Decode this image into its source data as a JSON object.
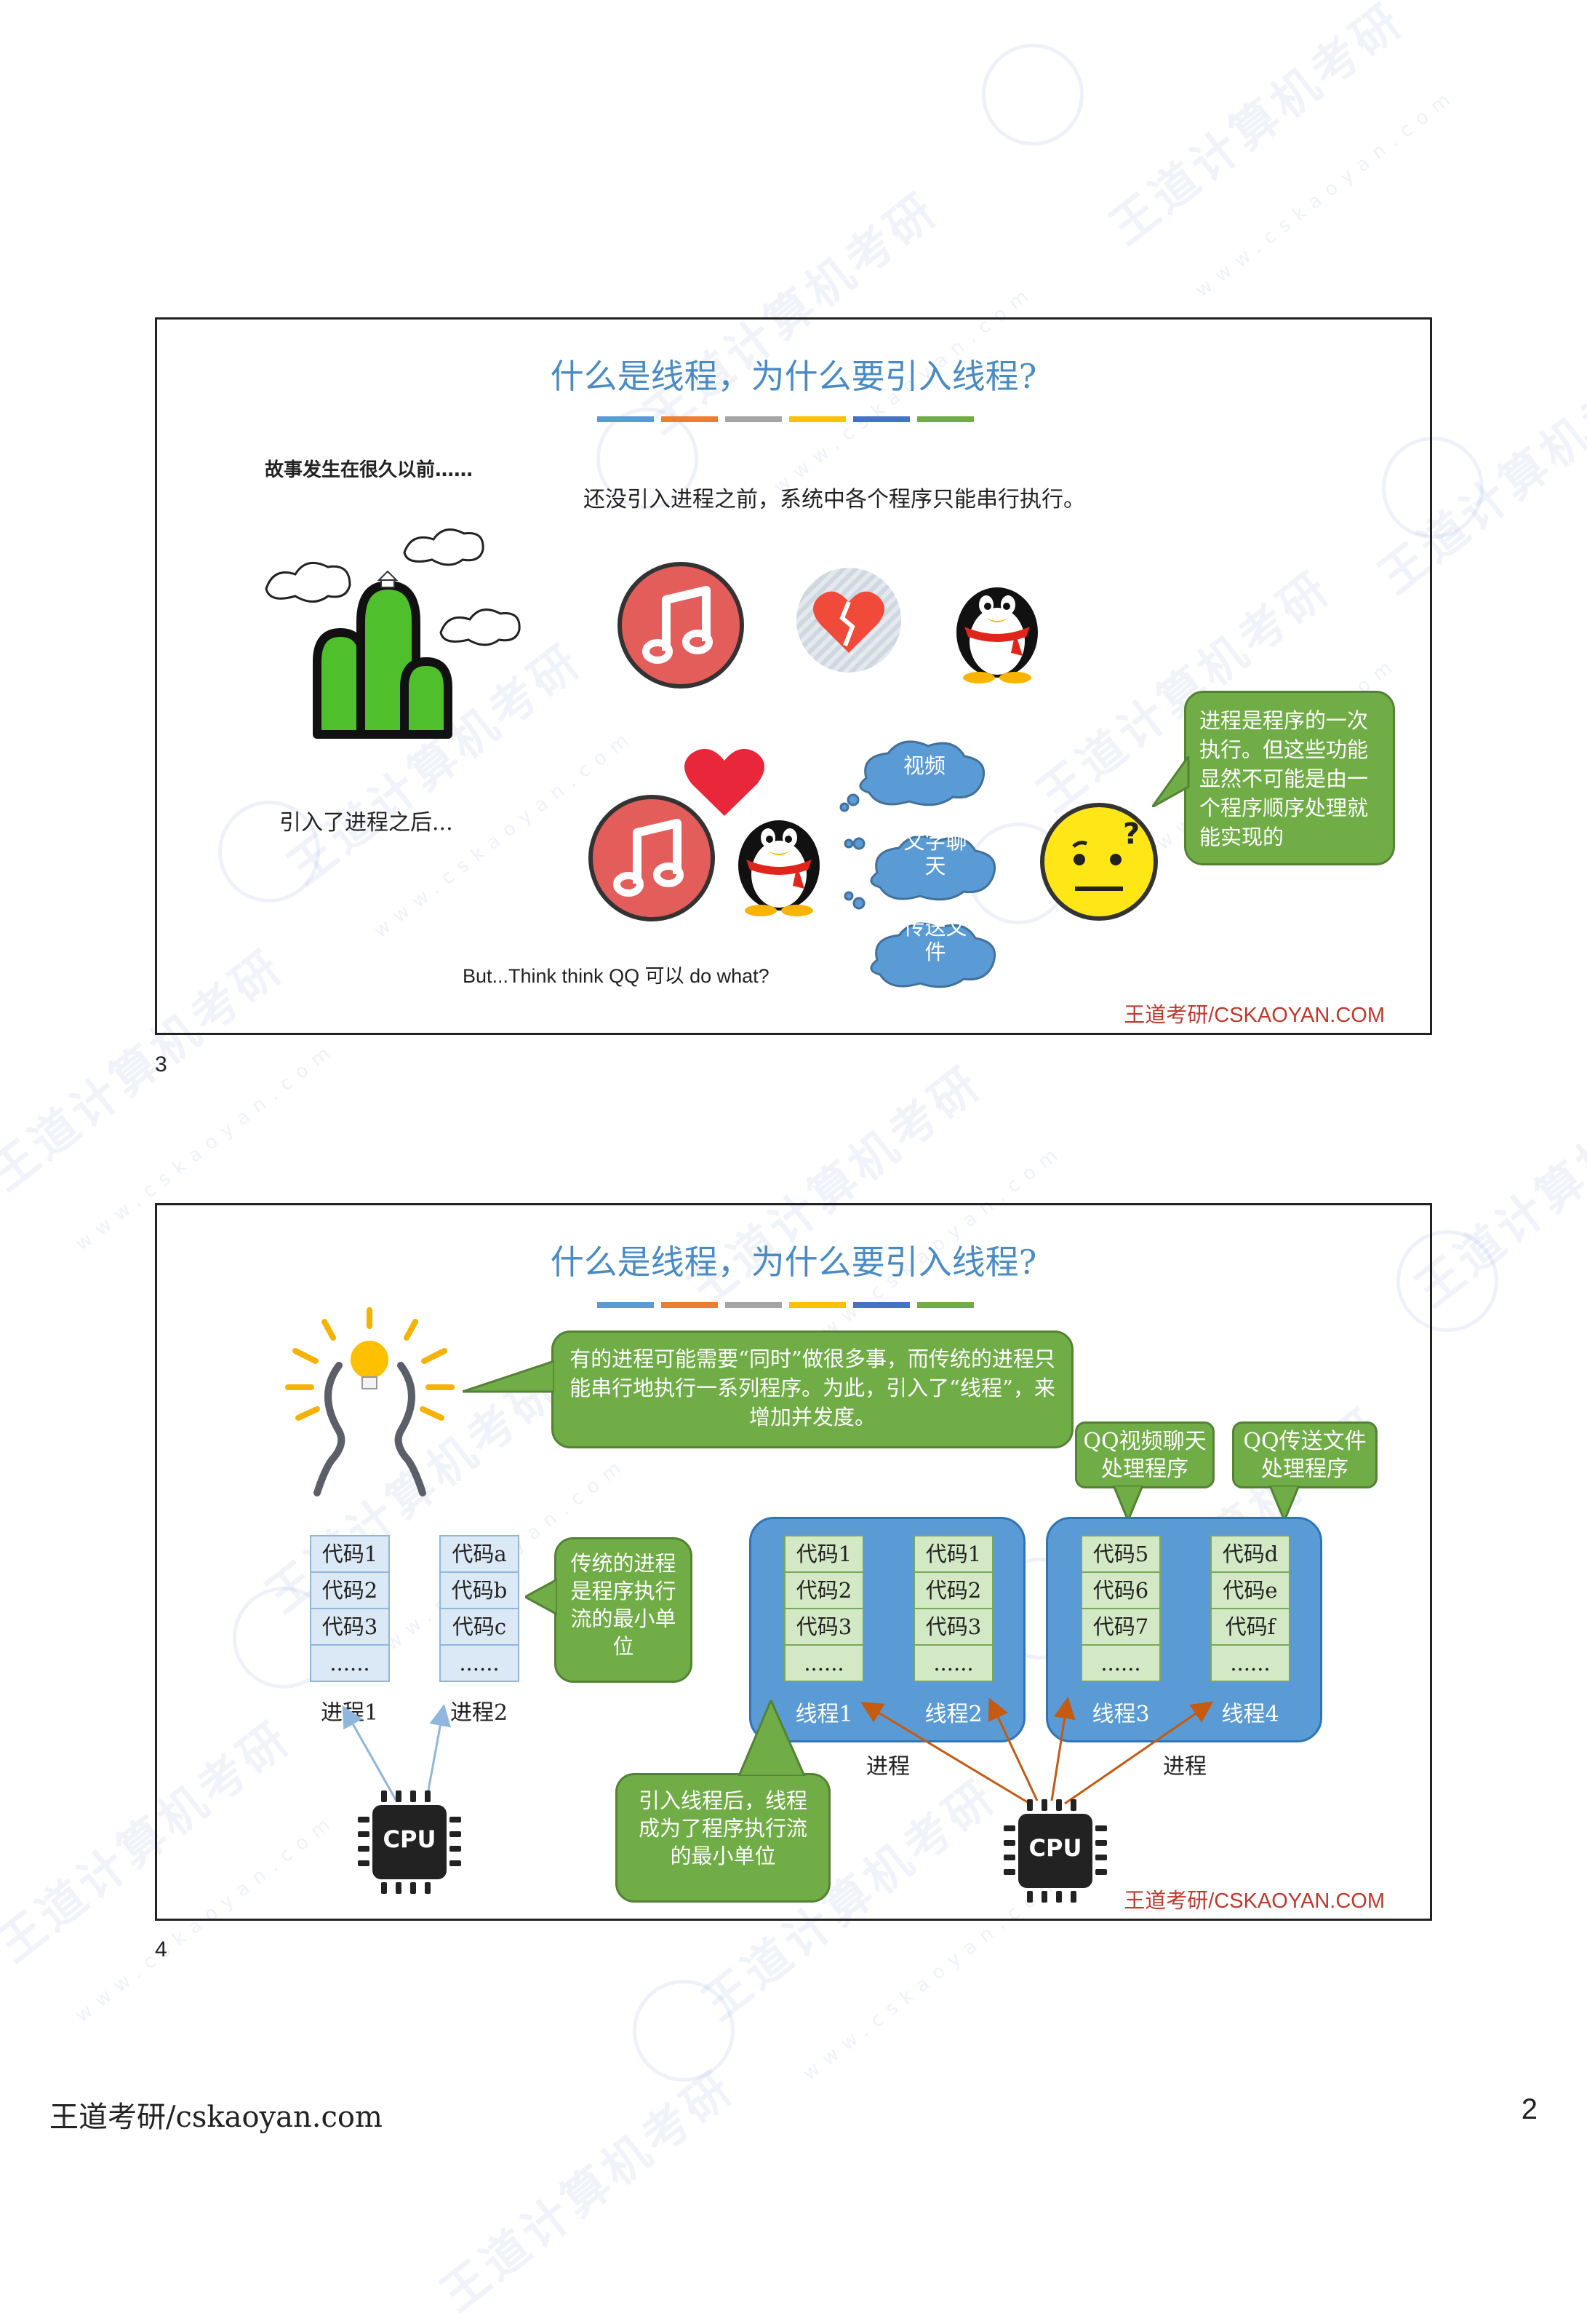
{
  "page": {
    "footer_left": "王道考研/cskaoyan.com",
    "footer_right": "2",
    "brand_color": "#c0392b",
    "accent": "#4a8bc4"
  },
  "watermark": {
    "brand": "王道计算机考研",
    "url": "www.cskaoyan.com",
    "url_short": "www.cskaoyan.com"
  },
  "title_bar_colors": [
    "#5b9bd5",
    "#ed7d31",
    "#a5a5a5",
    "#ffc000",
    "#4472c4",
    "#70ad47"
  ],
  "slide3": {
    "number": "3",
    "title": "什么是线程，为什么要引入线程?",
    "story": "故事发生在很久以前……",
    "intro": "还没引入进程之前，系统中各个程序只能串行执行。",
    "after": "引入了进程之后...",
    "callout": "进程是程序的一次执行。但这些功能显然不可能是由一个程序顺序处理就能实现的",
    "clouds": [
      "视频",
      "文字聊天",
      "传送文件"
    ],
    "question": "But...Think think QQ 可以 do what?",
    "brand": "王道考研/CSKAOYAN.COM"
  },
  "slide4": {
    "number": "4",
    "title": "什么是线程，为什么要引入线程?",
    "callout_top": "有的进程可能需要“同时”做很多事，而传统的进程只能串行地执行一系列程序。为此，引入了“线程”，来增加并发度。",
    "callout_traditional": "传统的进程是程序执行流的最小单位",
    "callout_thread": "引入线程后，线程成为了程序执行流的最小单位",
    "tag_video": "QQ视频聊天处理程序",
    "tag_file": "QQ传送文件处理程序",
    "process1": {
      "label": "进程1",
      "cells": [
        "代码1",
        "代码2",
        "代码3",
        "......"
      ]
    },
    "process2": {
      "label": "进程2",
      "cells": [
        "代码a",
        "代码b",
        "代码c",
        "......"
      ]
    },
    "box1": {
      "label": "进程",
      "threads": [
        {
          "label": "线程1",
          "cells": [
            "代码1",
            "代码2",
            "代码3",
            "......"
          ]
        },
        {
          "label": "线程2",
          "cells": [
            "代码1",
            "代码2",
            "代码3",
            "......"
          ]
        }
      ]
    },
    "box2": {
      "label": "进程",
      "threads": [
        {
          "label": "线程3",
          "cells": [
            "代码5",
            "代码6",
            "代码7",
            "......"
          ]
        },
        {
          "label": "线程4",
          "cells": [
            "代码d",
            "代码e",
            "代码f",
            "......"
          ]
        }
      ]
    },
    "cpu_label": "CPU",
    "brand": "王道考研/CSKAOYAN.COM"
  }
}
